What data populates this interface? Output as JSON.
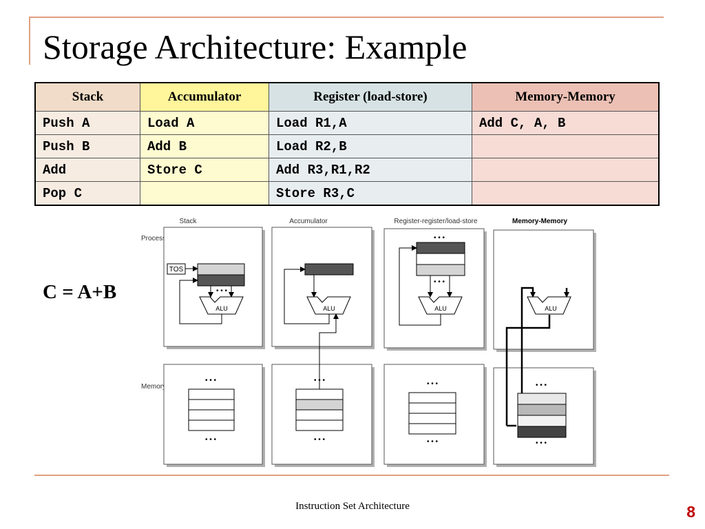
{
  "slide": {
    "title": "Storage Architecture: Example",
    "equation": "C = A+B",
    "footer": "Instruction Set Architecture",
    "page_number": "8"
  },
  "table": {
    "headers": [
      "Stack",
      "Accumulator",
      "Register (load-store)",
      "Memory-Memory"
    ],
    "rows": [
      [
        "Push A",
        "Load A",
        "Load R1,A",
        "Add C, A, B"
      ],
      [
        "Push B",
        "Add B",
        "Load R2,B",
        ""
      ],
      [
        "Add",
        "Store C",
        "Add R3,R1,R2",
        ""
      ],
      [
        "Pop C",
        "",
        "Store R3,C",
        ""
      ]
    ]
  },
  "diagram": {
    "column_labels": [
      "Stack",
      "Accumulator",
      "Register-register/load-store",
      "Memory-Memory"
    ],
    "row_labels": [
      "Processor",
      "Memory"
    ],
    "tos_label": "TOS",
    "alu_label": "ALU",
    "ellipsis": "• • •"
  },
  "colors": {
    "accent_rule": "#e0a080",
    "page_number": "#c00000",
    "stack_header": "#f0dcc8",
    "accumulator_header": "#fff59a",
    "register_header": "#d6e2e4",
    "memory_header": "#ecc0b4"
  }
}
